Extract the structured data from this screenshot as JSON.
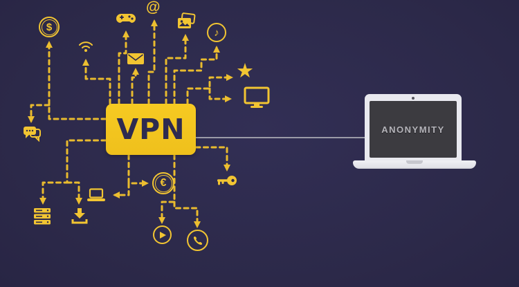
{
  "scene": {
    "description": "VPN anonymity illustration",
    "background_color": "#2c2949",
    "accent_yellow": "#f2c532",
    "wire_color": "#e9bb2e",
    "connector_color": "#9b9ba8"
  },
  "vpn_box": {
    "label": "VPN",
    "bg_color": "#f3c51d",
    "text_color": "#2e2b50"
  },
  "laptop": {
    "screen_text": "ANONYMITY",
    "screen_bg": "#3c3b40",
    "body_color": "#e9e9ef",
    "text_color": "#b5b4ba"
  },
  "glyphs": {
    "dollar": "$",
    "at": "@",
    "euro": "€",
    "music": "♪",
    "star": "★"
  },
  "icons": [
    "dollar-circle-icon",
    "wifi-icon",
    "game-controller-icon",
    "at-sign-icon",
    "photos-icon",
    "music-note-icon",
    "email-envelope-icon",
    "star-icon",
    "monitor-icon",
    "chat-bubbles-icon",
    "server-stack-icon",
    "download-icon",
    "laptop-small-icon",
    "euro-circle-icon",
    "key-icon",
    "play-button-icon",
    "phone-call-icon"
  ]
}
